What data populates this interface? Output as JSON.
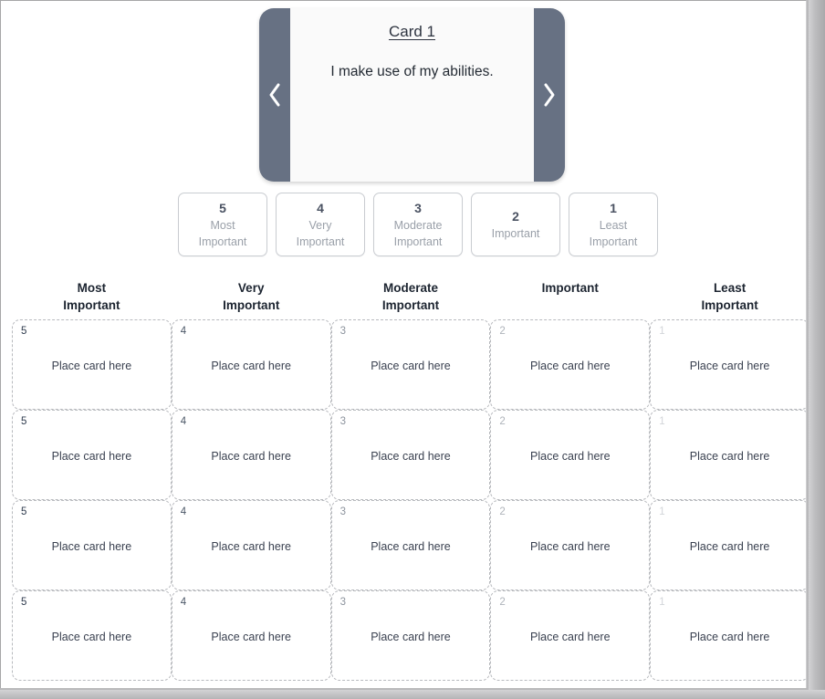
{
  "carousel": {
    "prev_icon": "chevron-left-icon",
    "next_icon": "chevron-right-icon",
    "card_title": "Card 1",
    "card_text": "I make use of my abilities.",
    "frame_color": "#677183",
    "panel_color": "#fafafa"
  },
  "legend": {
    "items": [
      {
        "number": "5",
        "line1": "Most",
        "line2": "Important"
      },
      {
        "number": "4",
        "line1": "Very",
        "line2": "Important"
      },
      {
        "number": "3",
        "line1": "Moderate",
        "line2": "Important"
      },
      {
        "number": "2",
        "line1": "Important",
        "line2": ""
      },
      {
        "number": "1",
        "line1": "Least",
        "line2": "Important"
      }
    ]
  },
  "columns": [
    {
      "line1": "Most",
      "line2": "Important",
      "rank": "5",
      "rank_color": "#2e3a4d"
    },
    {
      "line1": "Very",
      "line2": "Important",
      "rank": "4",
      "rank_color": "#4a5666"
    },
    {
      "line1": "Moderate",
      "line2": "Important",
      "rank": "3",
      "rank_color": "#8b929c"
    },
    {
      "line1": "Important",
      "line2": "",
      "rank": "2",
      "rank_color": "#aeb3ba"
    },
    {
      "line1": "Least",
      "line2": "Important",
      "rank": "1",
      "rank_color": "#d2d5d9"
    }
  ],
  "grid": {
    "rows": 4,
    "cell_hint": "Place card here"
  }
}
